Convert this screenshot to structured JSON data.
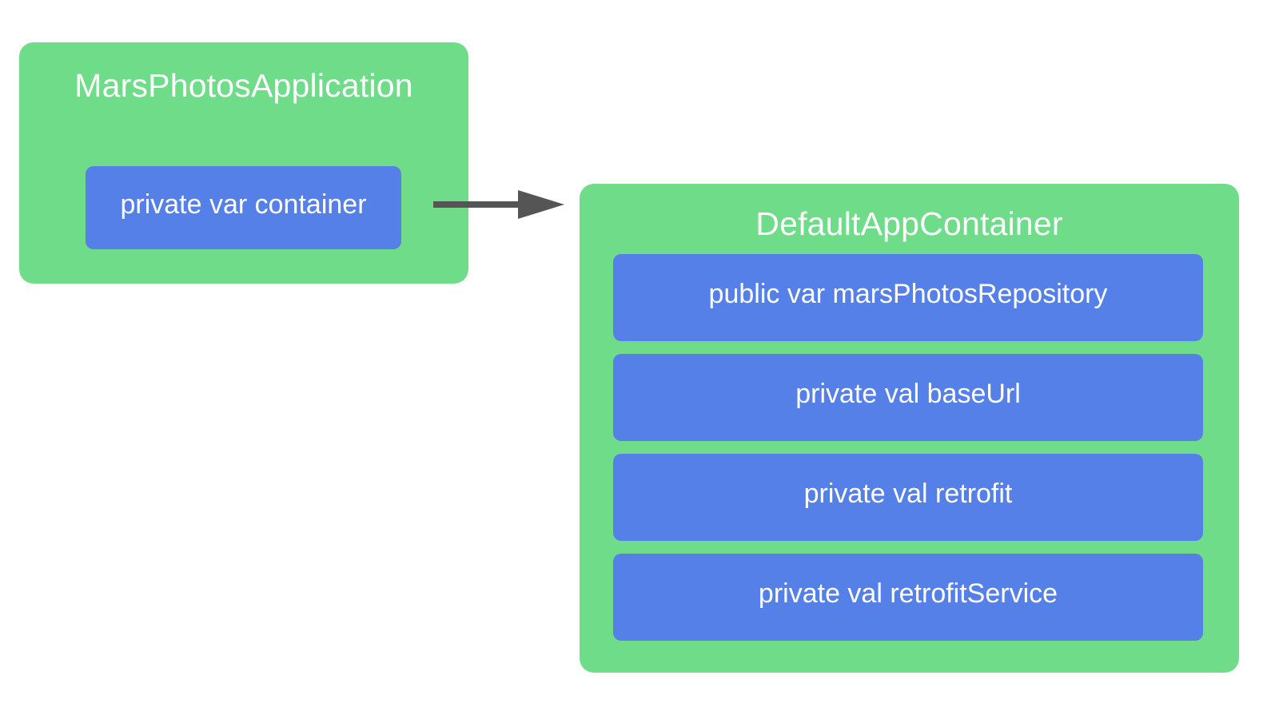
{
  "diagram": {
    "type": "class-dependency-diagram",
    "colors": {
      "card": "#6FDC8A",
      "member": "#5580E8",
      "arrow": "#555555",
      "text": "#FFFFFF",
      "background": "#FFFFFF"
    },
    "cards": [
      {
        "id": "application",
        "title": "MarsPhotosApplication",
        "members": [
          {
            "id": "container",
            "label": "private var container"
          }
        ]
      },
      {
        "id": "appcontainer",
        "title": "DefaultAppContainer",
        "members": [
          {
            "id": "repository",
            "label": "public var marsPhotosRepository"
          },
          {
            "id": "baseurl",
            "label": "private val baseUrl"
          },
          {
            "id": "retrofit",
            "label": "private val retrofit"
          },
          {
            "id": "retrofitservice",
            "label": "private val retrofitService"
          }
        ]
      }
    ],
    "connector": {
      "id": "container-to-appcontainer",
      "from": "container",
      "to": "appcontainer",
      "style": "solid-arrow",
      "direction": "right"
    }
  }
}
